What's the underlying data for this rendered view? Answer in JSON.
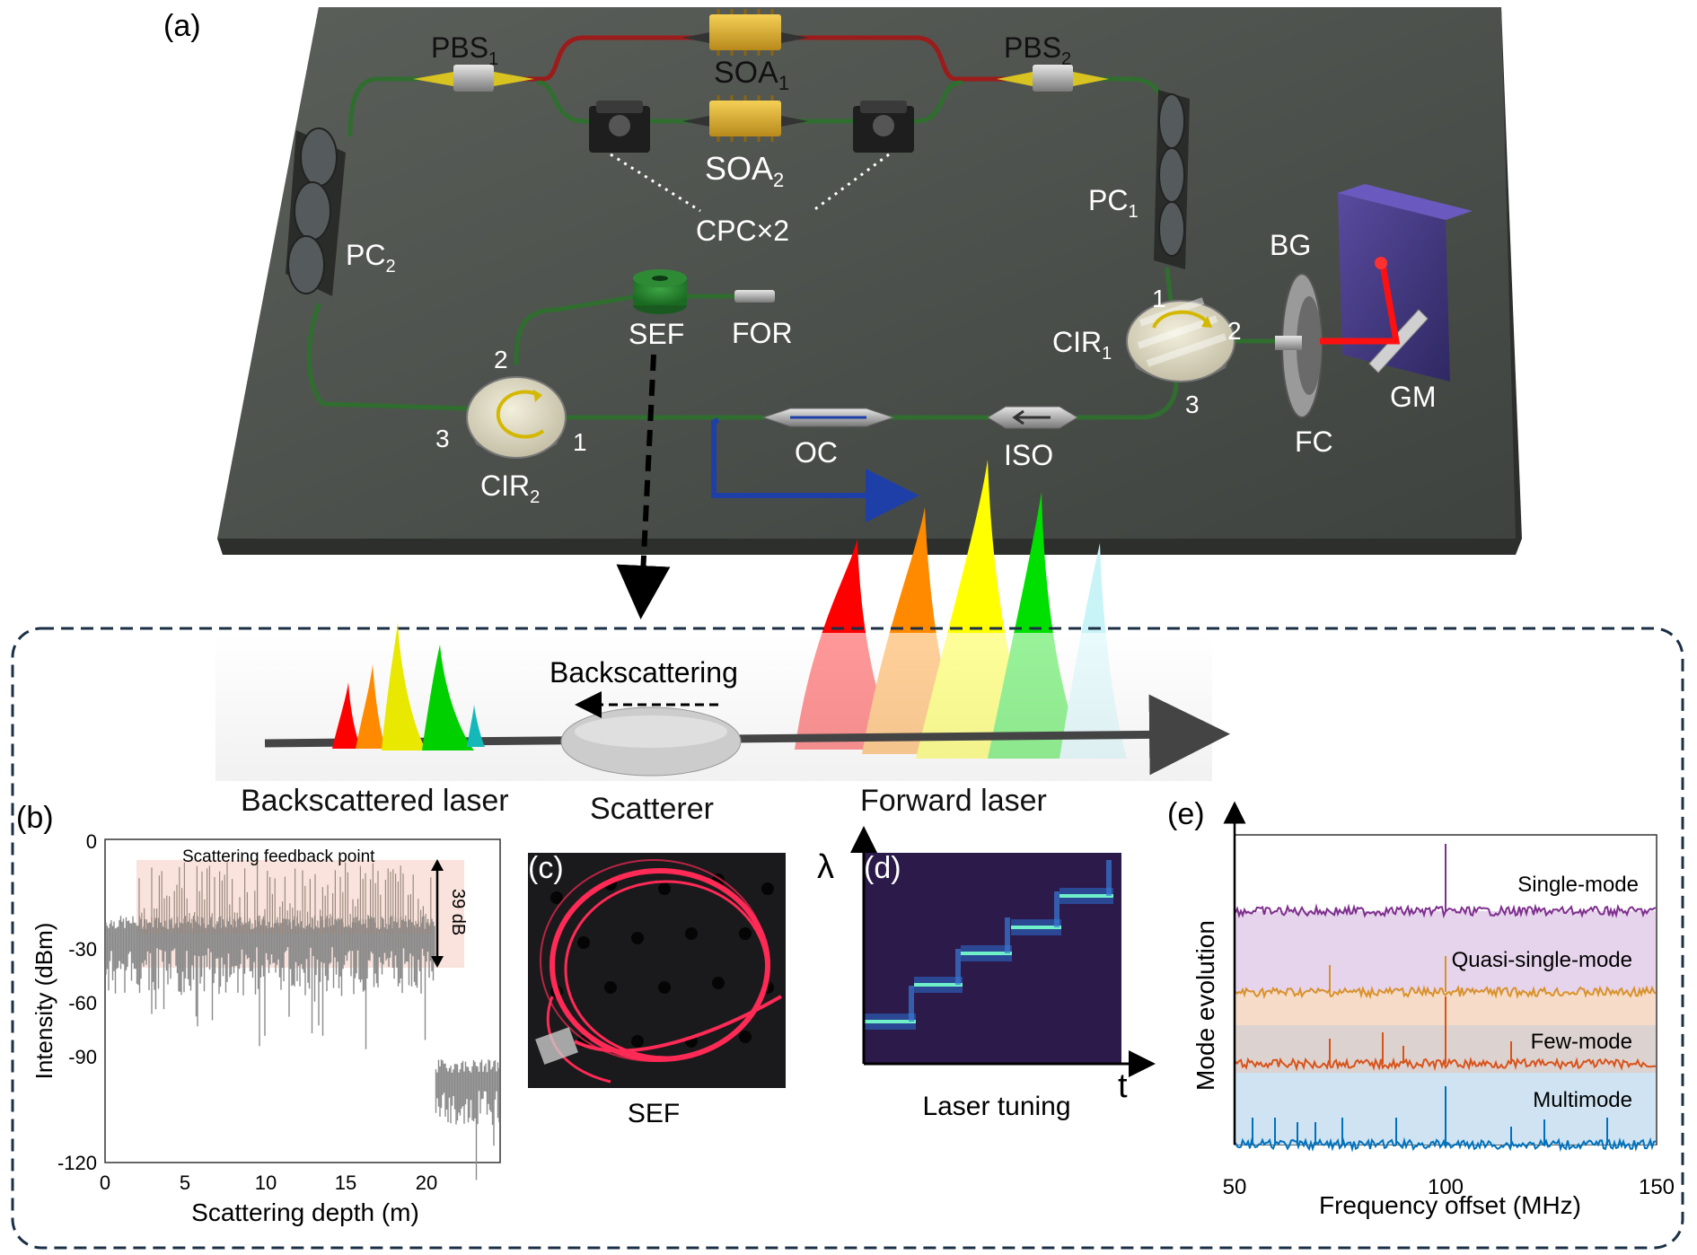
{
  "panel_a": {
    "label": "(a)",
    "components": {
      "pbs1": "PBS",
      "pbs1_sub": "1",
      "pbs2": "PBS",
      "pbs2_sub": "2",
      "soa1": "SOA",
      "soa1_sub": "1",
      "soa2": "SOA",
      "soa2_sub": "2",
      "cpc": "CPC×2",
      "pc1": "PC",
      "pc1_sub": "1",
      "pc2": "PC",
      "pc2_sub": "2",
      "bg": "BG",
      "cir1": "CIR",
      "cir1_sub": "1",
      "cir2": "CIR",
      "cir2_sub": "2",
      "sef": "SEF",
      "for": "FOR",
      "oc": "OC",
      "iso": "ISO",
      "gm": "GM",
      "fc": "FC"
    },
    "ports": {
      "cir1_p1": "1",
      "cir1_p2": "2",
      "cir1_p3": "3",
      "cir2_p1": "1",
      "cir2_p2": "2",
      "cir2_p3": "3"
    }
  },
  "schematic": {
    "backscattering": "Backscattering",
    "backscattered_laser": "Backscattered laser",
    "scatterer": "Scatterer",
    "forward_laser": "Forward laser",
    "peak_colors": [
      "#ff0000",
      "#ff8a00",
      "#ffff00",
      "#00e000",
      "#c8f4f8"
    ]
  },
  "panel_b": {
    "label": "(b)",
    "annotation": "Scattering feedback point",
    "range_label": "39 dB",
    "ylabel": "Intensity (dBm)",
    "xlabel": "Scattering depth (m)",
    "yticks": [
      "0",
      "-30",
      "-60",
      "-90",
      "-120"
    ],
    "xticks": [
      "0",
      "5",
      "10",
      "15",
      "20"
    ]
  },
  "panel_c": {
    "label": "(c)",
    "caption": "SEF"
  },
  "panel_d": {
    "label": "(d)",
    "ylabel": "λ",
    "xlabel": "t",
    "caption": "Laser tuning"
  },
  "panel_e": {
    "label": "(e)",
    "ylabel": "Mode evolution",
    "xlabel": "Frequency offset (MHz)",
    "xticks": [
      "50",
      "100",
      "150"
    ],
    "traces": [
      "Single-mode",
      "Quasi-single-mode",
      "Few-mode",
      "Multimode"
    ],
    "trace_colors": [
      "#7e2f8e",
      "#d9922a",
      "#d95319",
      "#0072bd"
    ],
    "band_colors": [
      "#e6d3ec",
      "#f6dcc8",
      "#dcd2d0",
      "#cfe3f2"
    ]
  }
}
